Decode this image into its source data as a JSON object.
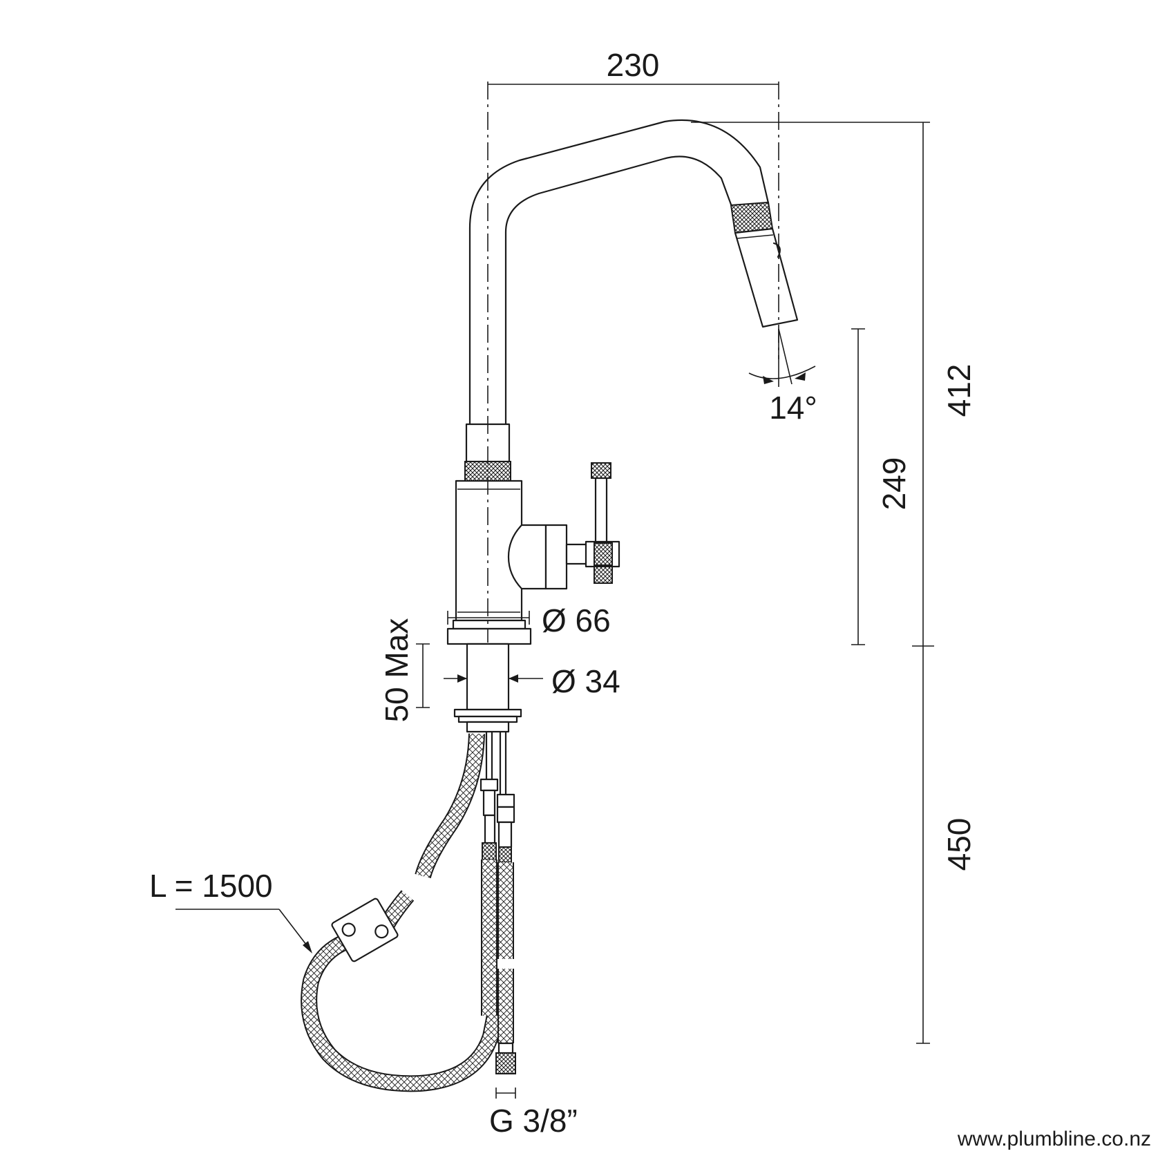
{
  "dimensions": {
    "reach": "230",
    "total_height": "412",
    "spout_height": "249",
    "below_counter": "450",
    "spray_angle": "14°",
    "body_diameter": "Ø 66",
    "shank_diameter": "Ø 34",
    "max_deck_thickness": "50 Max",
    "hose_length": "L = 1500",
    "connection": "G 3/8”"
  },
  "footer": {
    "website": "www.plumbline.co.nz"
  }
}
